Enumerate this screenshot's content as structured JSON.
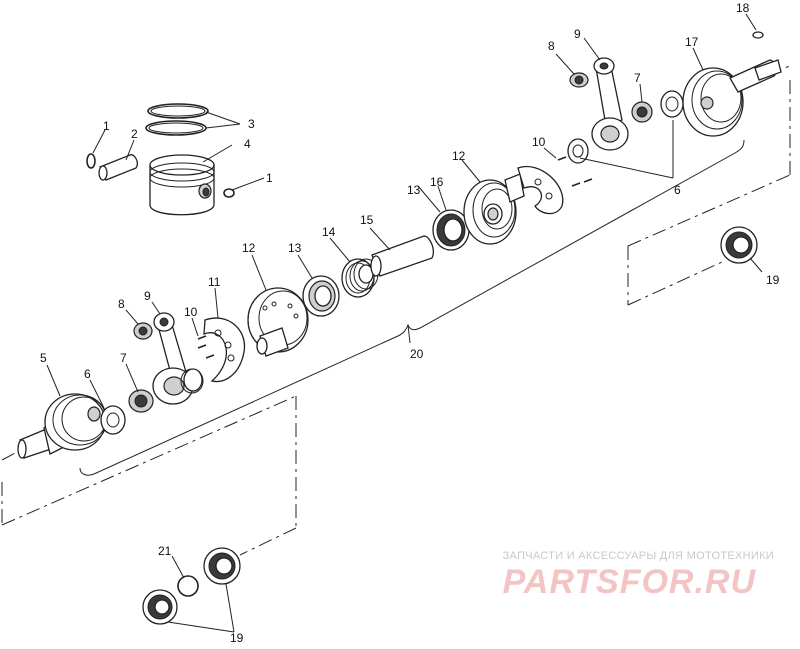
{
  "diagram": {
    "labels": {
      "l1a": "1",
      "l1b": "1",
      "l2": "2",
      "l3": "3",
      "l4": "4",
      "l5": "5",
      "l6a": "6",
      "l6b": "6",
      "l7a": "7",
      "l7b": "7",
      "l8a": "8",
      "l8b": "8",
      "l9a": "9",
      "l9b": "9",
      "l10a": "10",
      "l10b": "10",
      "l11": "11",
      "l12a": "12",
      "l12b": "12",
      "l13a": "13",
      "l13b": "13",
      "l14": "14",
      "l15": "15",
      "l16": "16",
      "l17": "17",
      "l18": "18",
      "l19a": "19",
      "l19b": "19",
      "l20": "20",
      "l21": "21"
    }
  },
  "watermark": {
    "tagline": "ЗАПЧАСТИ И АКСЕССУАРЫ ДЛЯ МОТОТЕХНИКИ",
    "logo": "PARTSFOR.RU"
  }
}
